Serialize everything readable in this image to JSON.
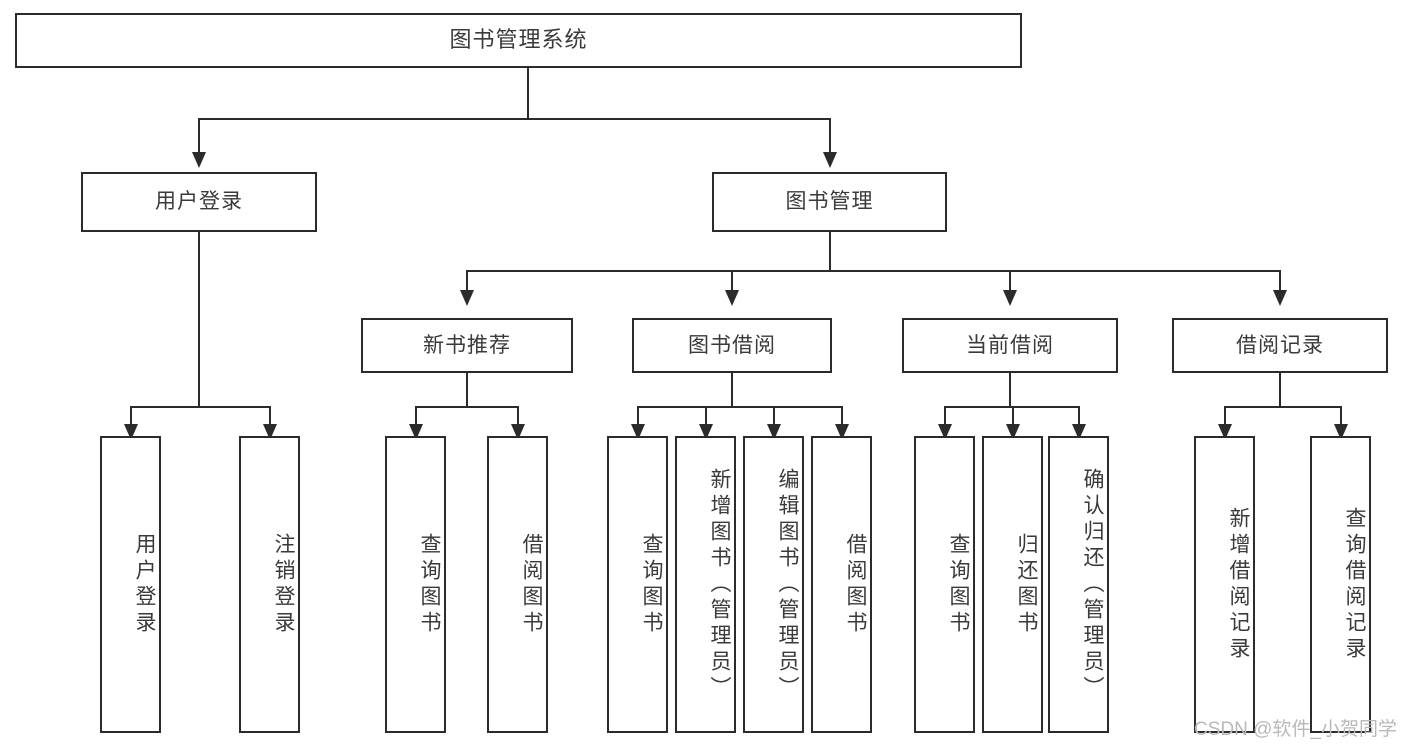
{
  "diagram": {
    "title": "图书管理系统",
    "watermark": "CSDN @软件_小贺同学",
    "nodes": {
      "root": "图书管理系统",
      "level2": {
        "user_login": "用户登录",
        "book_manage": "图书管理"
      },
      "level3": {
        "new_book_recommend": "新书推荐",
        "book_borrow": "图书借阅",
        "current_borrow": "当前借阅",
        "borrow_record": "借阅记录"
      },
      "leaves": {
        "user_login_1": "用户登录",
        "user_login_2": "注销登录",
        "recommend_1": "查询图书",
        "recommend_2": "借阅图书",
        "borrow_1": "查询图书",
        "borrow_2": "新增图书（管理员）",
        "borrow_3": "编辑图书（管理员）",
        "borrow_4": "借阅图书",
        "current_1": "查询图书",
        "current_2": "归还图书",
        "current_3": "确认归还（管理员）",
        "record_1": "新增借阅记录",
        "record_2": "查询借阅记录"
      }
    },
    "colors": {
      "stroke": "#2b2b2b",
      "text": "#3a3a3a",
      "background": "#ffffff",
      "watermark": "#b9b9b9"
    }
  }
}
